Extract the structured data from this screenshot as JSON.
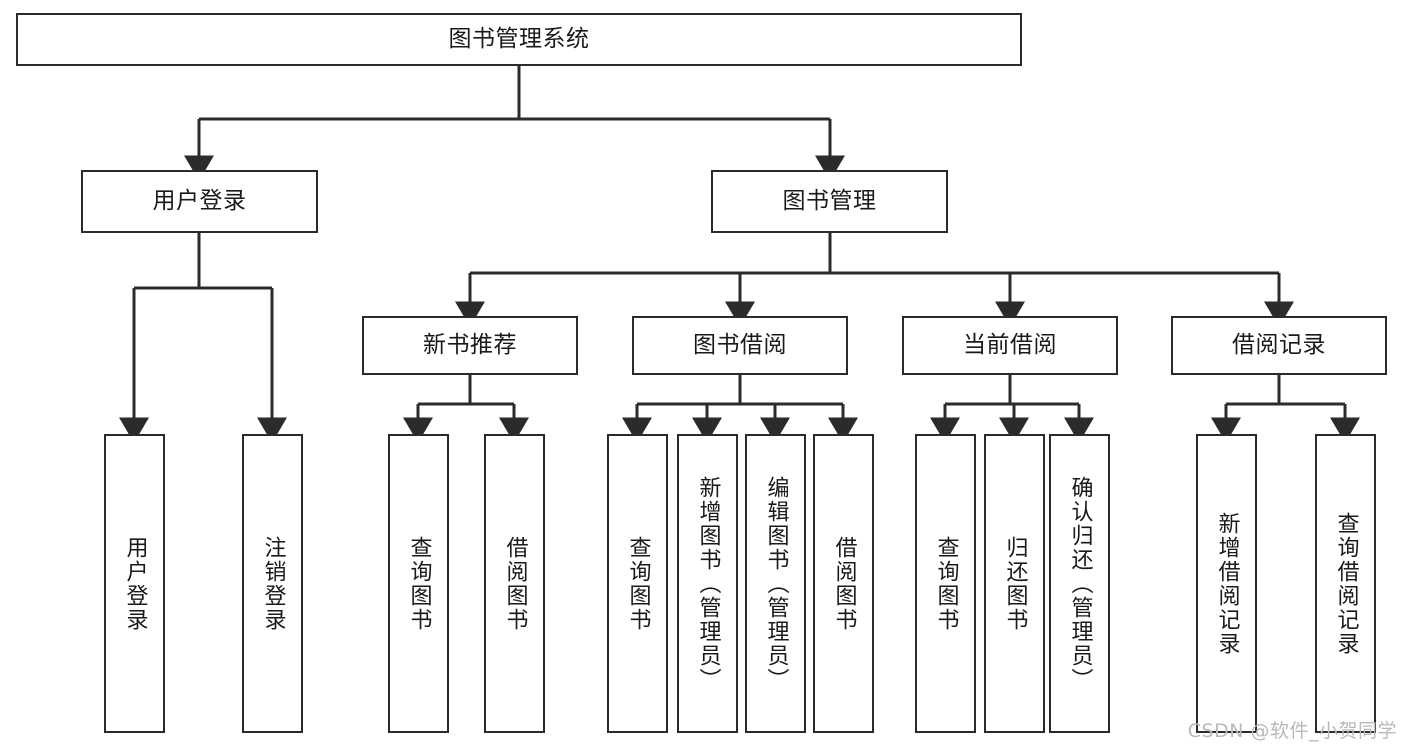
{
  "diagram": {
    "title": "图书管理系统",
    "type": "hierarchy-tree",
    "colors": {
      "box_border": "#2b2b2b",
      "box_fill": "#ffffff",
      "connector": "#2b2b2b",
      "text": "#1a1a1a",
      "watermark": "#b9b9b9",
      "background": "#ffffff"
    },
    "levels": {
      "root": [
        "图书管理系统"
      ],
      "level2": [
        "用户登录",
        "图书管理"
      ],
      "level3": [
        "新书推荐",
        "图书借阅",
        "当前借阅",
        "借阅记录"
      ],
      "leaves": [
        "用户登录",
        "注销登录",
        "查询图书",
        "借阅图书",
        "查询图书",
        "新增图书（管理员）",
        "编辑图书（管理员）",
        "借阅图书",
        "查询图书",
        "归还图书",
        "确认归还（管理员）",
        "新增借阅记录",
        "查询借阅记录"
      ]
    }
  },
  "nodes": {
    "root": {
      "label": "图书管理系统"
    },
    "user_login": {
      "label": "用户登录"
    },
    "book_manage": {
      "label": "图书管理"
    },
    "new_book_rec": {
      "label": "新书推荐"
    },
    "book_borrow": {
      "label": "图书借阅"
    },
    "current_borrow": {
      "label": "当前借阅"
    },
    "borrow_record": {
      "label": "借阅记录"
    },
    "leaf_user_login": {
      "label": "用户登录"
    },
    "leaf_logout": {
      "label": "注销登录"
    },
    "leaf_query_book_1": {
      "label": "查询图书"
    },
    "leaf_borrow_book_1": {
      "label": "借阅图书"
    },
    "leaf_query_book_2": {
      "label": "查询图书"
    },
    "leaf_add_book": {
      "label": "新增图书（管理员）"
    },
    "leaf_edit_book": {
      "label": "编辑图书（管理员）"
    },
    "leaf_borrow_book_2": {
      "label": "借阅图书"
    },
    "leaf_query_book_3": {
      "label": "查询图书"
    },
    "leaf_return_book": {
      "label": "归还图书"
    },
    "leaf_confirm_return": {
      "label": "确认归还（管理员）"
    },
    "leaf_add_record": {
      "label": "新增借阅记录"
    },
    "leaf_query_record": {
      "label": "查询借阅记录"
    }
  },
  "watermark": {
    "text": "CSDN @软件_小贺同学"
  }
}
